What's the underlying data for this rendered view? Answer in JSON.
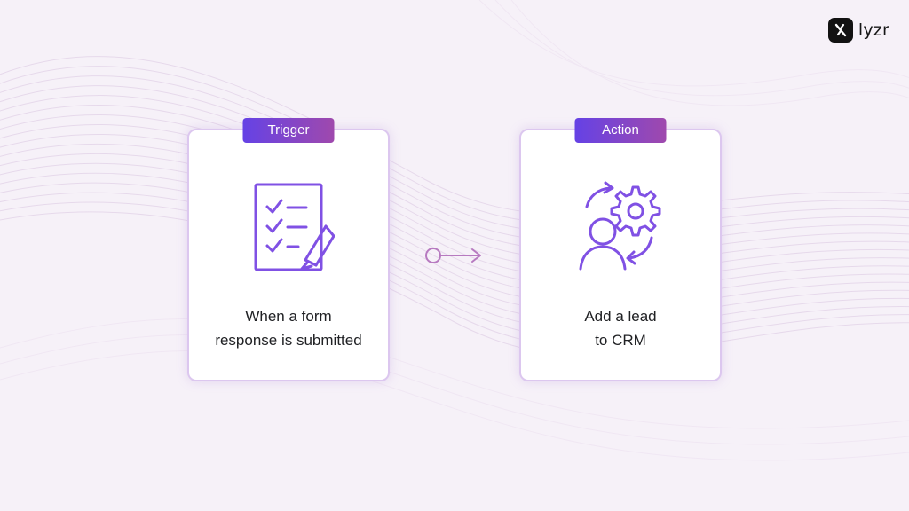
{
  "brand": {
    "name": "lyzr"
  },
  "trigger": {
    "label": "Trigger",
    "text_line_1": "When a form",
    "text_line_2": "response is submitted",
    "icon": "form-checklist-pencil-icon"
  },
  "action": {
    "label": "Action",
    "text_line_1": "Add a lead",
    "text_line_2": "to CRM",
    "icon": "user-gear-sync-icon"
  },
  "colors": {
    "background": "#f6f1f8",
    "card_border": "#dcc7ef",
    "badge_start": "#6542e5",
    "badge_end": "#9f49ad",
    "icon_stroke": "#8051e4",
    "connector": "#b77ac0",
    "text": "#202124"
  }
}
